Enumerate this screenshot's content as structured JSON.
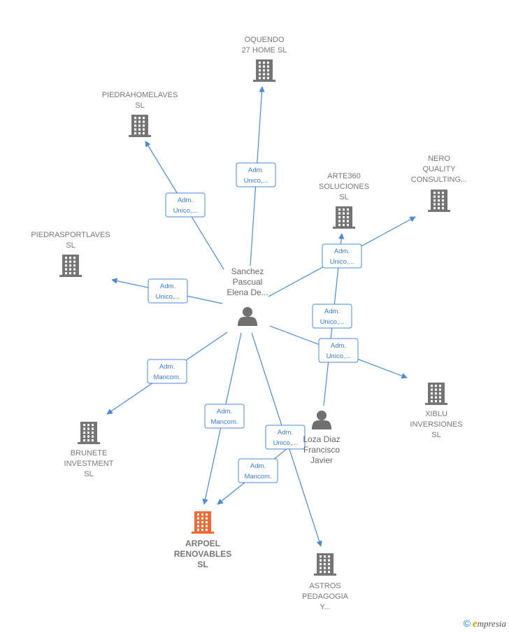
{
  "colors": {
    "edge": "#4a8ad6",
    "building": "#757575",
    "building_highlight": "#f06a35",
    "person": "#707070",
    "edge_label_border": "#4a8ad6",
    "edge_label_text": "#3a7bd5",
    "node_label": "#777777"
  },
  "persons": [
    {
      "id": "sanchez",
      "lines": [
        "Sanchez",
        "Pascual",
        "Elena De..."
      ]
    },
    {
      "id": "loza",
      "lines": [
        "Loza Diaz",
        "Francisco",
        "Javier"
      ]
    }
  ],
  "companies": [
    {
      "id": "oquendo",
      "lines": [
        "OQUENDO",
        "27 HOME  SL"
      ],
      "highlight": false
    },
    {
      "id": "piedrahome",
      "lines": [
        "PIEDRAHOMELAVES",
        "SL"
      ],
      "highlight": false
    },
    {
      "id": "nero",
      "lines": [
        "NERO",
        "QUALITY",
        "CONSULTING..."
      ],
      "highlight": false
    },
    {
      "id": "arte360",
      "lines": [
        "ARTE360",
        "SOLUCIONES",
        "SL"
      ],
      "highlight": false
    },
    {
      "id": "piedrasport",
      "lines": [
        "PIEDRASPORTLAVES",
        "SL"
      ],
      "highlight": false
    },
    {
      "id": "xiblu",
      "lines": [
        "XIBLU",
        "INVERSIONES",
        "SL"
      ],
      "highlight": false
    },
    {
      "id": "brunete",
      "lines": [
        "BRUNETE",
        "INVESTMENT",
        "SL"
      ],
      "highlight": false
    },
    {
      "id": "arpoel",
      "lines": [
        "ARPOEL",
        "RENOVABLES",
        "SL"
      ],
      "highlight": true
    },
    {
      "id": "astros",
      "lines": [
        "ASTROS",
        "PEDAGOGIA",
        "Y..."
      ],
      "highlight": false
    }
  ],
  "edges": [
    {
      "from": "sanchez",
      "to": "oquendo",
      "label": [
        "Adm.",
        "Unico,..."
      ]
    },
    {
      "from": "sanchez",
      "to": "piedrahome",
      "label": [
        "Adm.",
        "Unico,..."
      ]
    },
    {
      "from": "sanchez",
      "to": "nero",
      "label": [
        "Adm.",
        "Unico,..."
      ]
    },
    {
      "from": "sanchez",
      "to": "piedrasport",
      "label": [
        "Adm.",
        "Unico,..."
      ]
    },
    {
      "from": "sanchez",
      "to": "xiblu",
      "label": [
        "Adm.",
        "Unico,..."
      ]
    },
    {
      "from": "sanchez",
      "to": "brunete",
      "label": [
        "Adm.",
        "Mancom."
      ]
    },
    {
      "from": "sanchez",
      "to": "arpoel",
      "label": [
        "Adm.",
        "Mancom."
      ]
    },
    {
      "from": "sanchez",
      "to": "astros",
      "label": [
        "Adm.",
        "Unico,..."
      ]
    },
    {
      "from": "loza",
      "to": "arte360",
      "label": [
        "Adm.",
        "Unico,..."
      ]
    },
    {
      "from": "loza",
      "to": "arpoel",
      "label": [
        "Adm.",
        "Mancom."
      ]
    }
  ],
  "footer": {
    "copyright": "©",
    "brand_initial": "e",
    "brand_rest": "mpresia"
  }
}
